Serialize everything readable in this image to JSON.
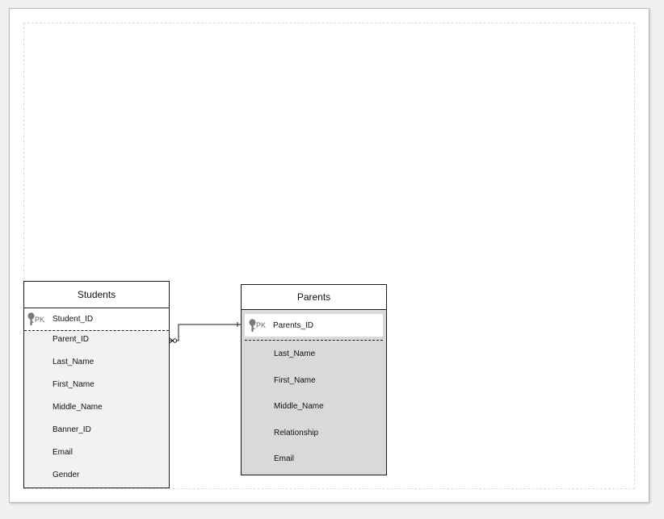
{
  "entities": {
    "students": {
      "title": "Students",
      "pk_tag": "PK",
      "pk_field": "Student_ID",
      "fields": [
        "Parent_ID",
        "Last_Name",
        "First_Name",
        "Middle_Name",
        "Banner_ID",
        "Email",
        "Gender"
      ],
      "body_color": "#f2f2f2"
    },
    "parents": {
      "title": "Parents",
      "pk_tag": "PK",
      "pk_field": "Parents_ID",
      "fields": [
        "Last_Name",
        "First_Name",
        "Middle_Name",
        "Relationship",
        "Email"
      ],
      "body_color": "#d9d9d9"
    }
  },
  "relationship": {
    "from": "students.Parent_ID",
    "to": "parents.Parents_ID",
    "from_cardinality": "zero-or-many",
    "to_cardinality": "one"
  },
  "colors": {
    "key_icon": "#7a7a7a",
    "line": "#1a1a1a"
  }
}
